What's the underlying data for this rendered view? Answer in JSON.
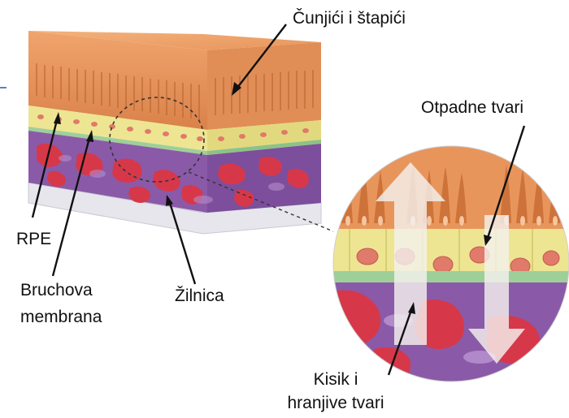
{
  "labels": {
    "photoreceptors": "Čunjići i štapići",
    "waste": "Otpadne tvari",
    "rpe": "RPE",
    "bruch_line1": "Bruchova",
    "bruch_line2": "membrana",
    "choroid": "Žilnica",
    "nutrients_line1": "Kisik i",
    "nutrients_line2": "hranjive tvari"
  },
  "colors": {
    "photoreceptor_layer": "#e8955c",
    "photoreceptor_dark": "#b8602e",
    "rpe_layer": "#ede592",
    "rpe_nucleus": "#e07a6a",
    "bruch_membrane": "#9fcf98",
    "choroid_purple": "#8a5aa8",
    "choroid_red": "#d6384a",
    "base_plate": "#e4e4ea",
    "arrow_fill": "#f4f0ee"
  }
}
